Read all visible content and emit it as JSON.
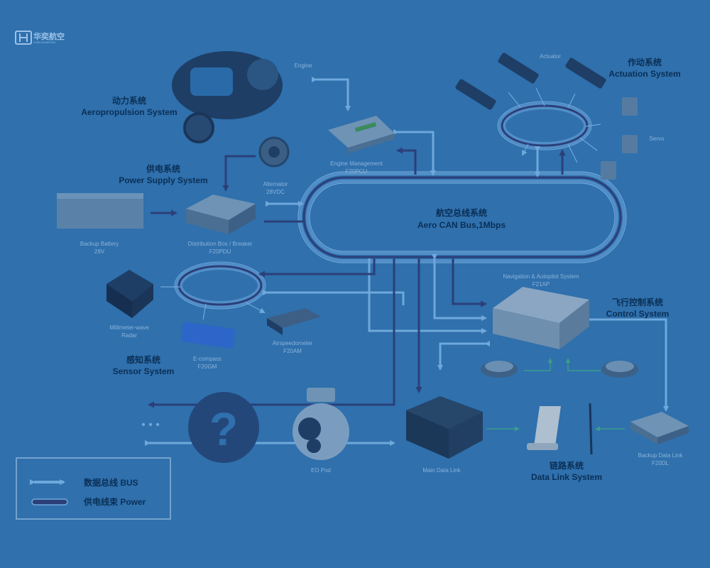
{
  "logo": {
    "name": "华奕航空",
    "subtitle": "HUAYI AVIATION"
  },
  "hub": {
    "title_cn": "航空总线系统",
    "title_en": "Aero CAN Bus,1Mbps"
  },
  "systems": {
    "propulsion": {
      "cn": "动力系统",
      "en": "Aeropropulsion System"
    },
    "power": {
      "cn": "供电系统",
      "en": "Power Supply System"
    },
    "actuation": {
      "cn": "作动系统",
      "en": "Actuation System"
    },
    "control": {
      "cn": "飞行控制系统",
      "en": "Control System"
    },
    "sensor": {
      "cn": "感知系统",
      "en": "Sensor System"
    },
    "datalink": {
      "cn": "链路系统",
      "en": "Data Link System"
    }
  },
  "components": {
    "engine": {
      "name": "Engine"
    },
    "engine_mgmt": {
      "name": "Engine Management",
      "model": "F20PCU"
    },
    "actuator": {
      "name": "Actuator"
    },
    "servo": {
      "name": "Servo"
    },
    "alternator": {
      "name": "Alternator",
      "model": "28VDC"
    },
    "battery": {
      "name": "Backup Battery",
      "model": "28V"
    },
    "pdu": {
      "name": "Distribution Box / Breaker",
      "model": "F20PDU"
    },
    "nav": {
      "name": "Navigation & Autopilot System",
      "model": "F21AP"
    },
    "radar": {
      "name": "Millimeter-wave",
      "model": "Radar"
    },
    "compass": {
      "name": "E-compass",
      "model": "F20GM"
    },
    "airspeed": {
      "name": "Airspeedometer",
      "model": "F20AM"
    },
    "eo_pod": {
      "name": "EO Pod"
    },
    "main_link": {
      "name": "Main Data Link"
    },
    "backup_link": {
      "name": "Backup Data Link",
      "model": "F20DL"
    }
  },
  "unknown_symbol": "?",
  "ellipsis": "• • •",
  "legend": {
    "bus": "数据总线 BUS",
    "power": "供电线束 Power"
  },
  "colors": {
    "background": "#2f70ad",
    "bus_line": "#6fa8dc",
    "power_line": "#2b3f79",
    "text_dark": "#0b2f55",
    "label_light": "#8cb3d9"
  },
  "icons": [
    "question-icon",
    "engine-icon",
    "battery-icon",
    "camera-pod-icon",
    "antenna-icon"
  ]
}
